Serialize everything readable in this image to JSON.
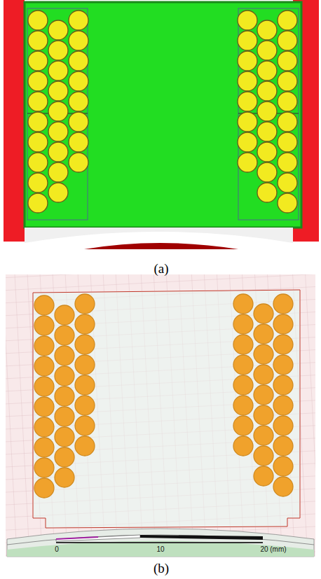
{
  "diagram": {
    "labels": [
      "(a)",
      "(b)",
      "0",
      "10",
      "20 (mm)"
    ]
  }
}
